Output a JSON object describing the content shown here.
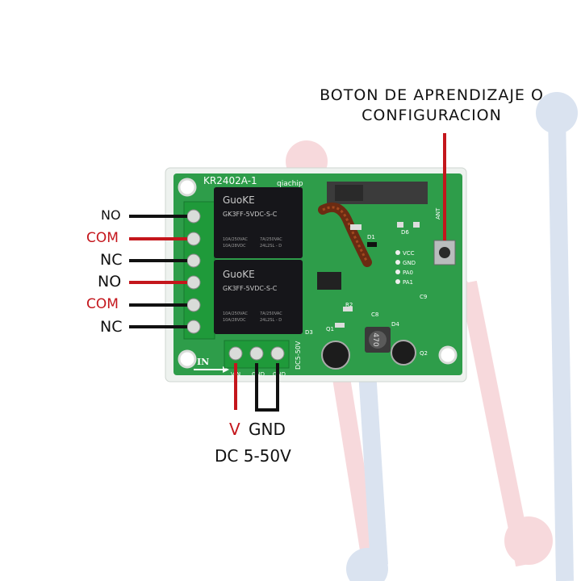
{
  "title": {
    "line1": "BOTON DE APRENDIZAJE O",
    "line2": "CONFIGURACION"
  },
  "board": {
    "model": "KR2402A-1",
    "brand": "qiachip",
    "relay_brand": "GuoKE",
    "relay_model": "GK3FF-5VDC-S-C",
    "relay_rating_1": "10A/250VAC",
    "relay_rating_2": "10A/28VDC",
    "relay_rating_3": "7A/250VAC",
    "relay_rating_4": "24L2SL - D",
    "in_label": "IN",
    "dc_label": "DC5-50V",
    "vin_label": "VIN",
    "gnd_label": "GND",
    "ant_label": "ANT",
    "pin_vcc": "VCC",
    "pin_gnd": "GND",
    "pin_pa0": "PA0",
    "pin_pa1": "PA1",
    "cap_value": "470",
    "d1": "D1",
    "d3": "D3",
    "d4": "D4",
    "d6": "D6",
    "q1": "Q1",
    "q2": "Q2",
    "r2": "R2",
    "c8": "C8",
    "c9": "C9"
  },
  "terminals": {
    "t1": "NO",
    "t2": "COM",
    "t3": "NC",
    "t4": "NO",
    "t5": "COM",
    "t6": "NC"
  },
  "power": {
    "v_label": "V",
    "gnd_label": "GND",
    "range": "DC 5-50V"
  },
  "colors": {
    "pcb": "#2e9d4a",
    "wire_red": "#c4161c",
    "wire_black": "#111111",
    "relay": "#16161a",
    "terminal": "#1f9a3a"
  }
}
